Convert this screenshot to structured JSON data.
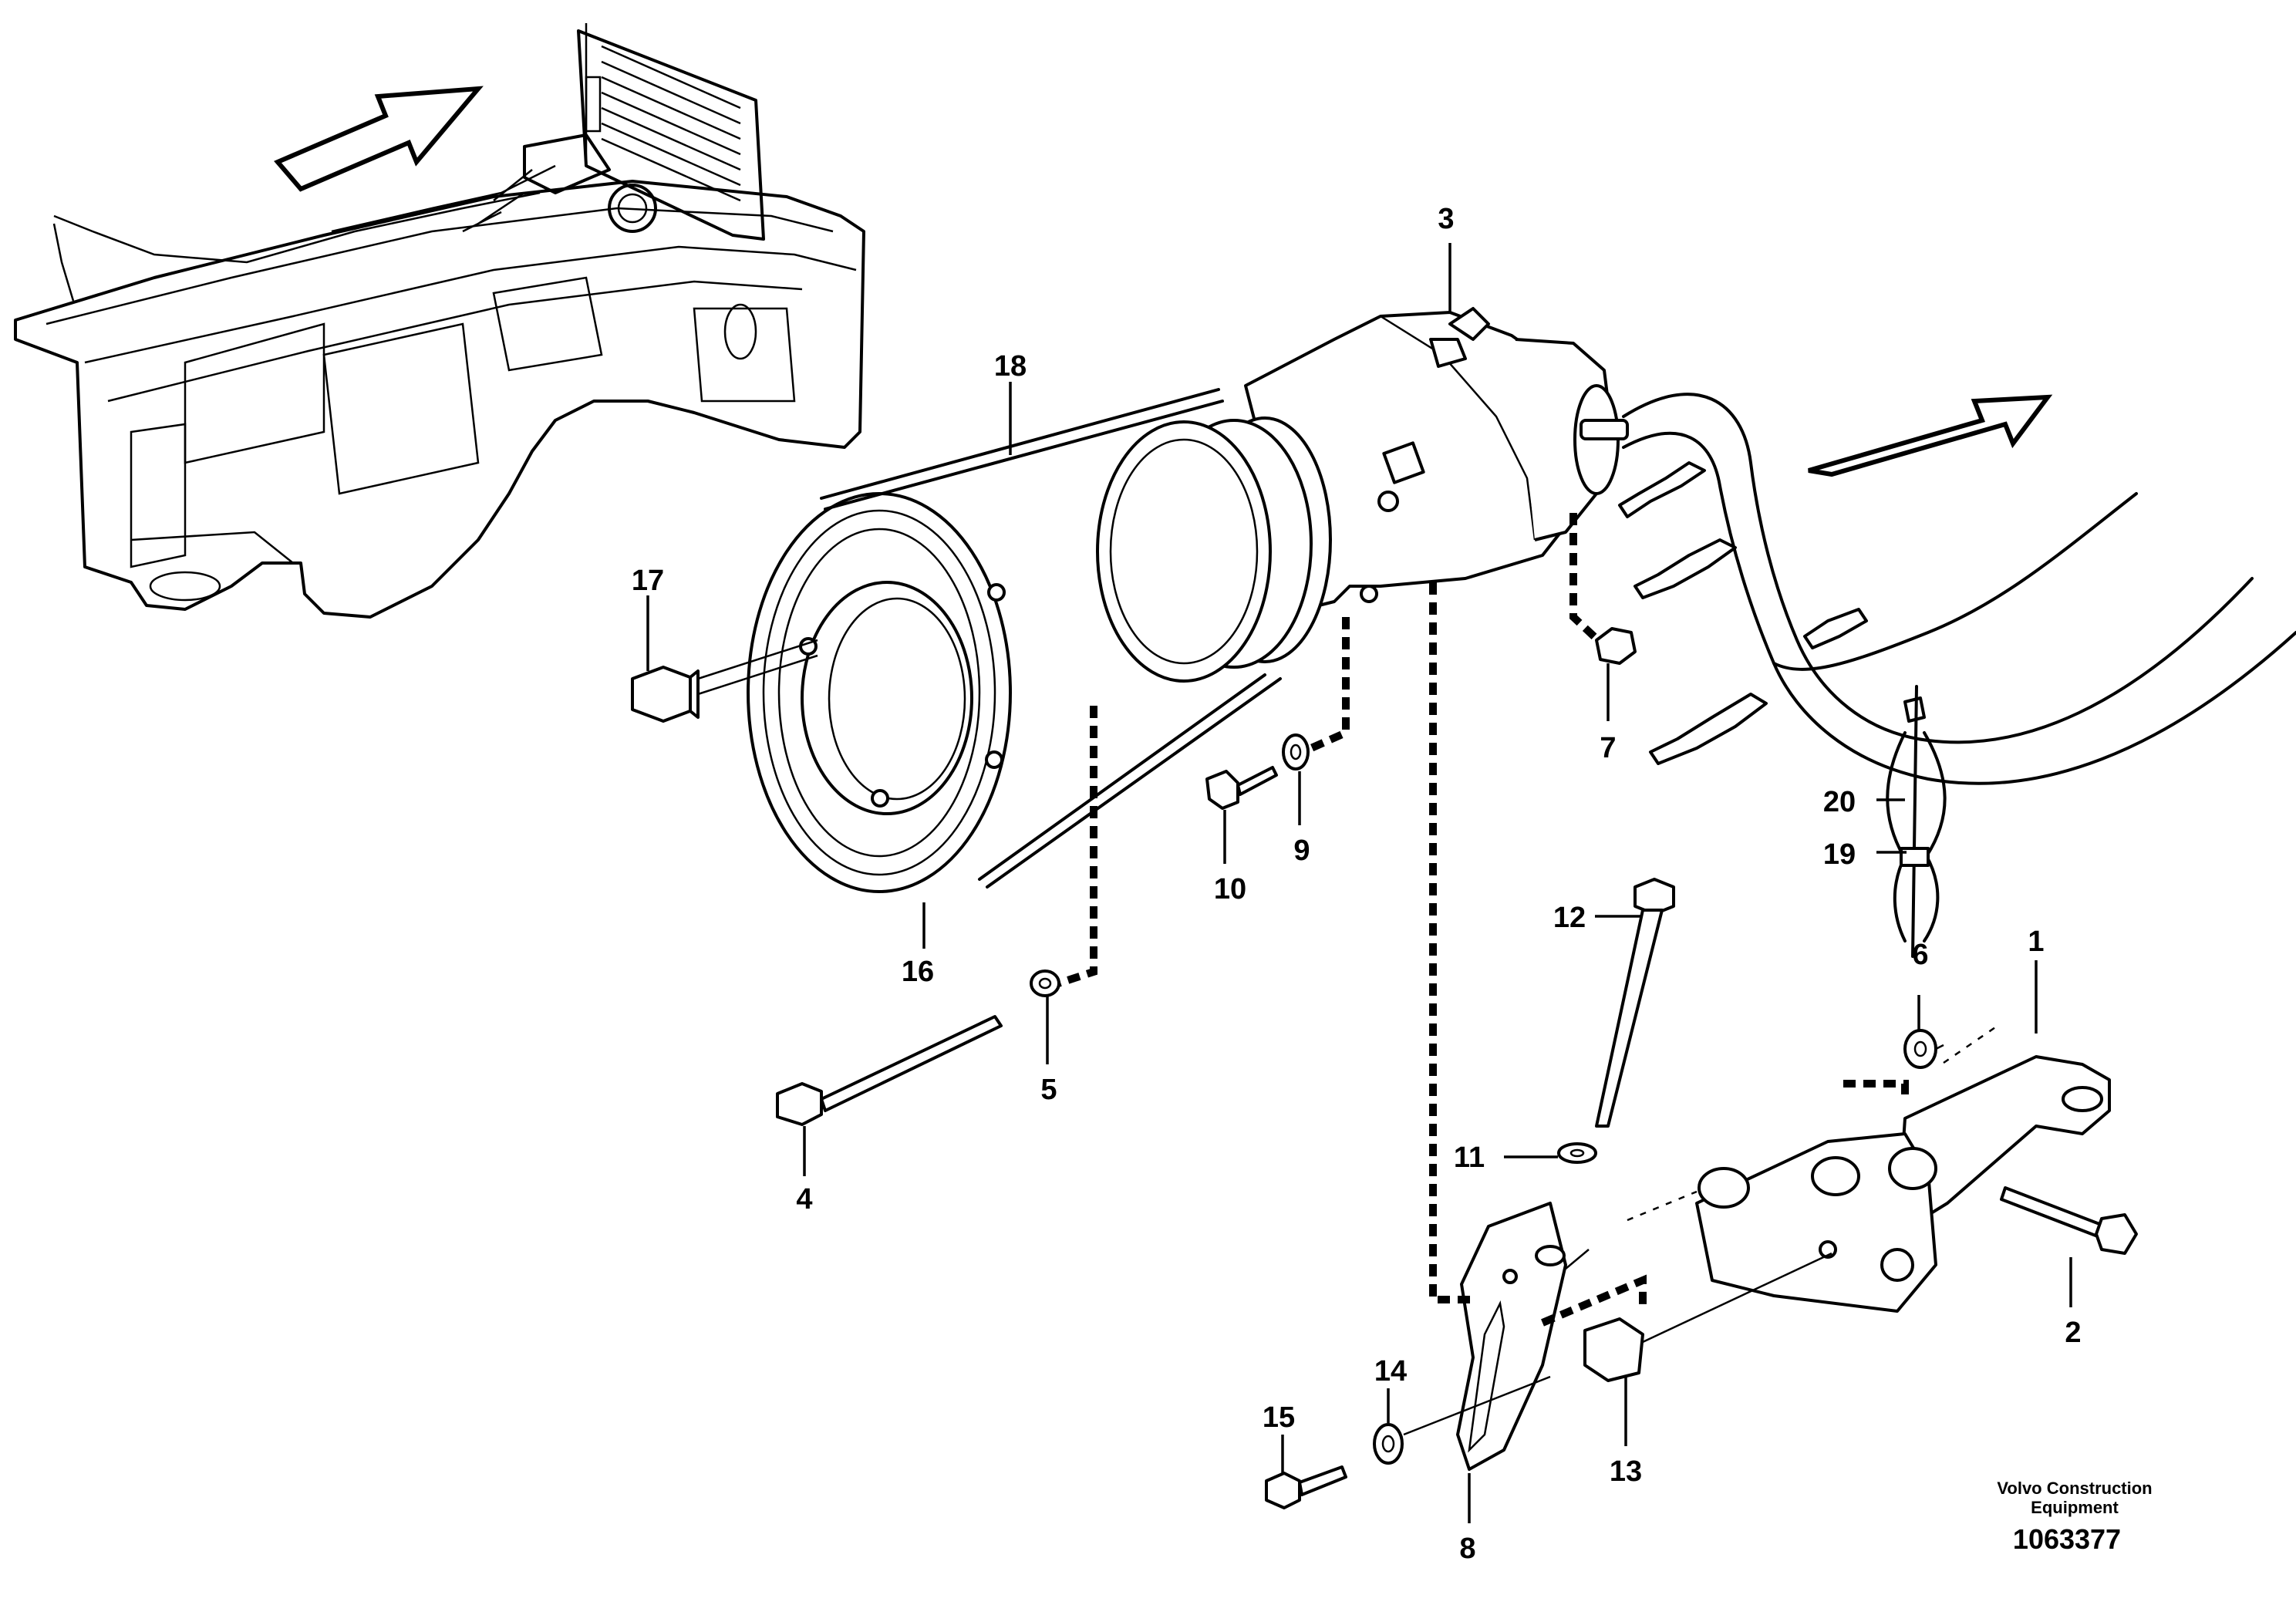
{
  "callouts": [
    {
      "id": "c1",
      "label": "1"
    },
    {
      "id": "c2",
      "label": "2"
    },
    {
      "id": "c3",
      "label": "3"
    },
    {
      "id": "c4",
      "label": "4"
    },
    {
      "id": "c5",
      "label": "5"
    },
    {
      "id": "c6",
      "label": "6"
    },
    {
      "id": "c7",
      "label": "7"
    },
    {
      "id": "c8",
      "label": "8"
    },
    {
      "id": "c9",
      "label": "9"
    },
    {
      "id": "c10",
      "label": "10"
    },
    {
      "id": "c11",
      "label": "11"
    },
    {
      "id": "c12",
      "label": "12"
    },
    {
      "id": "c13",
      "label": "13"
    },
    {
      "id": "c14",
      "label": "14"
    },
    {
      "id": "c15",
      "label": "15"
    },
    {
      "id": "c16",
      "label": "16"
    },
    {
      "id": "c17",
      "label": "17"
    },
    {
      "id": "c18",
      "label": "18"
    },
    {
      "id": "c19",
      "label": "19"
    },
    {
      "id": "c20",
      "label": "20"
    }
  ],
  "footer": {
    "company_line1": "Volvo Construction",
    "company_line2": "Equipment",
    "drawing_number": "1063377"
  }
}
